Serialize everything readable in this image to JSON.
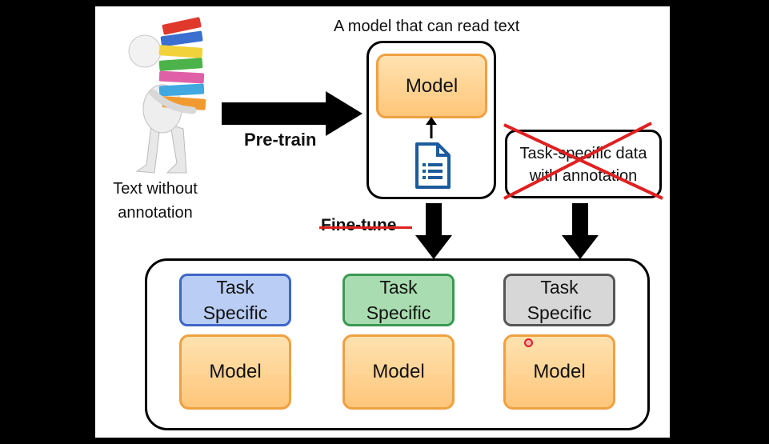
{
  "pretrain": {
    "model_caption": "A model that can read text",
    "model_label": "Model",
    "arrow_label": "Pre-train",
    "source_label_line1": "Text without",
    "source_label_line2": "annotation"
  },
  "finetune": {
    "label": "Fine-tune",
    "struck": true
  },
  "task_data": {
    "line1": "Task-specific data",
    "line2": "with annotation",
    "crossed_out": true
  },
  "tasks": [
    {
      "line1": "Task",
      "line2": "Specific",
      "model": "Model",
      "fill": "#b9cdf5",
      "border": "#3f66c8"
    },
    {
      "line1": "Task",
      "line2": "Specific",
      "model": "Model",
      "fill": "#a9dcb0",
      "border": "#3a9a52"
    },
    {
      "line1": "Task",
      "line2": "Specific",
      "model": "Model",
      "fill": "#d7d7d7",
      "border": "#555555"
    }
  ],
  "colors": {
    "strike_red": "#e02020",
    "model_fill": "#ffc67a",
    "model_border": "#f0a040"
  },
  "icons": [
    "books-person-icon",
    "document-icon"
  ]
}
